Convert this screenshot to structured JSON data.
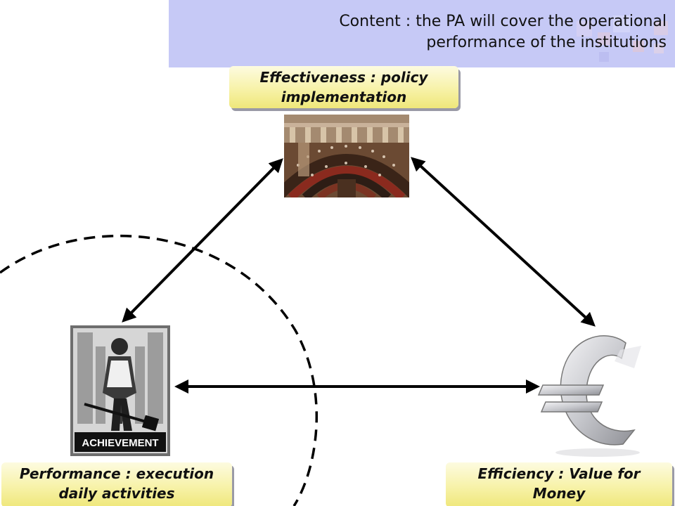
{
  "header": {
    "line1": "Content : the PA will cover the operational",
    "line2": "performance of the institutions"
  },
  "labels": {
    "effectiveness": {
      "line1": "Effectiveness : policy",
      "line2": "implementation"
    },
    "performance": {
      "line1": "Performance : execution",
      "line2": "daily activities"
    },
    "efficiency": {
      "line1": "Efficiency : Value for",
      "line2": "Money"
    }
  },
  "images": {
    "parliament": "parliament-chamber-photo",
    "poster": "achievement-poster",
    "poster_text": "ACHIEVEMENT",
    "euro": "euro-symbol-3d"
  },
  "colors": {
    "header_bg": "#c6c9f6",
    "label_fill": "#f7f2a8",
    "arrow": "#000000"
  }
}
